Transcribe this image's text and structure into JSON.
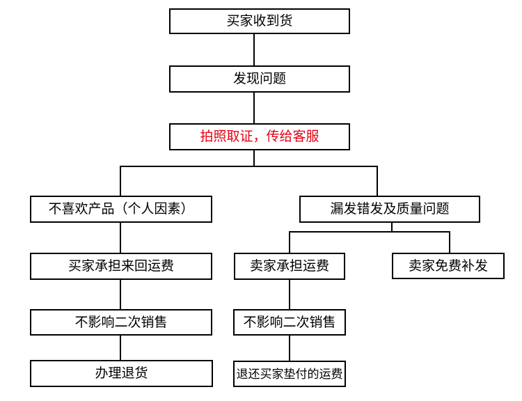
{
  "colors": {
    "background": "#ffffff",
    "line": "#000000",
    "box_fill": "#ffffff",
    "text": "#000000",
    "accent_red": "#e60012"
  },
  "flowchart": {
    "title": "",
    "nodes": [
      {
        "id": "buyer-receives-goods",
        "label": "买家收到货",
        "emphasis": "normal"
      },
      {
        "id": "problem-found",
        "label": "发现问题",
        "emphasis": "normal"
      },
      {
        "id": "photo-evidence",
        "label": "拍照取证，传给客服",
        "emphasis": "red"
      },
      {
        "id": "dislike-product",
        "label": "不喜欢产品（个人因素）",
        "emphasis": "normal"
      },
      {
        "id": "wrong-missing-quality",
        "label": "漏发错发及质量问题",
        "emphasis": "normal"
      },
      {
        "id": "buyer-pays-return-freight",
        "label": "买家承担来回运费",
        "emphasis": "normal"
      },
      {
        "id": "seller-pays-freight",
        "label": "卖家承担运费",
        "emphasis": "normal"
      },
      {
        "id": "seller-free-reship",
        "label": "卖家免费补发",
        "emphasis": "normal"
      },
      {
        "id": "no-resale-impact-left",
        "label": "不影响二次销售",
        "emphasis": "normal"
      },
      {
        "id": "no-resale-impact-mid",
        "label": "不影响二次销售",
        "emphasis": "normal"
      },
      {
        "id": "process-return",
        "label": "办理退货",
        "emphasis": "normal"
      },
      {
        "id": "refund-advanced-freight",
        "label": "退还买家垫付的运费",
        "emphasis": "normal"
      }
    ],
    "edges": [
      {
        "from": "buyer-receives-goods",
        "to": "problem-found"
      },
      {
        "from": "problem-found",
        "to": "photo-evidence"
      },
      {
        "from": "photo-evidence",
        "to": "dislike-product"
      },
      {
        "from": "photo-evidence",
        "to": "wrong-missing-quality"
      },
      {
        "from": "dislike-product",
        "to": "buyer-pays-return-freight"
      },
      {
        "from": "wrong-missing-quality",
        "to": "seller-pays-freight"
      },
      {
        "from": "wrong-missing-quality",
        "to": "seller-free-reship"
      },
      {
        "from": "buyer-pays-return-freight",
        "to": "no-resale-impact-left"
      },
      {
        "from": "seller-pays-freight",
        "to": "no-resale-impact-mid"
      },
      {
        "from": "no-resale-impact-left",
        "to": "process-return"
      },
      {
        "from": "no-resale-impact-mid",
        "to": "refund-advanced-freight"
      }
    ]
  }
}
